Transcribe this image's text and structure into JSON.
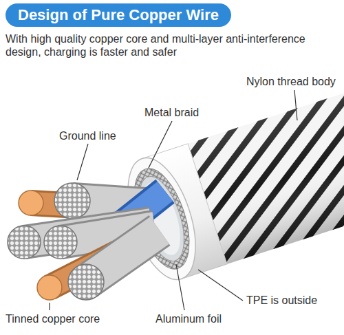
{
  "diagram": {
    "title": "Design of Pure Copper Wire",
    "labels": [
      "With high quality copper core and multi-layer anti-interference design, charging is faster and safer",
      "Nylon thread body",
      "Metal braid",
      "Ground line",
      "TPE is outside",
      "Tinned copper core",
      "Aluminum foil"
    ]
  }
}
